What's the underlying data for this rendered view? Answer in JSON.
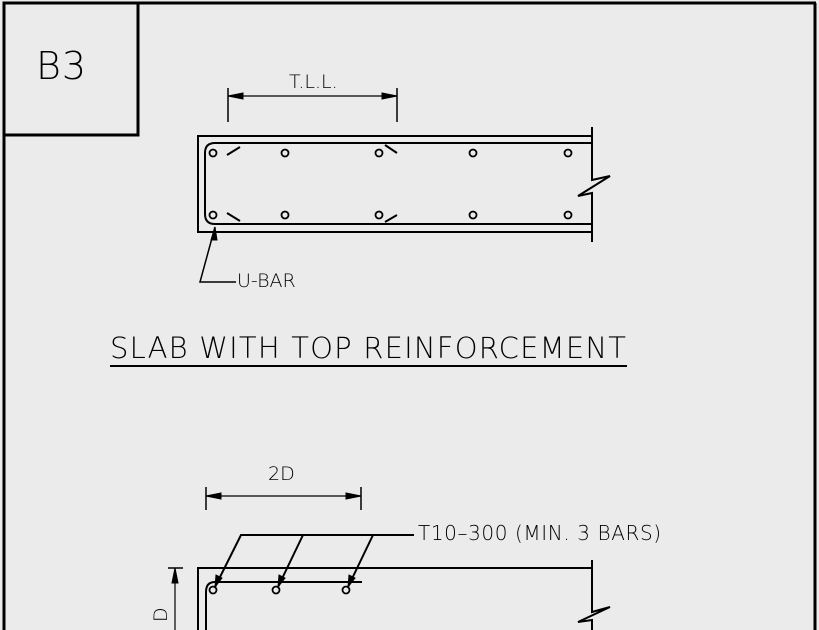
{
  "sheet": {
    "detail_tag": "B3",
    "background": "#ebebeb",
    "line_color": "#000000"
  },
  "detail_top": {
    "dimension_label": "T.L.L.",
    "bar_callout": "U-BAR",
    "title": "SLAB WITH TOP REINFORCEMENT",
    "top_bar_count": 5,
    "bottom_bar_count": 5
  },
  "detail_bottom": {
    "dimension_horizontal": "2D",
    "dimension_vertical": "D",
    "bar_callout": "T10–300 (MIN. 3 BARS)",
    "bar_count": 3
  }
}
